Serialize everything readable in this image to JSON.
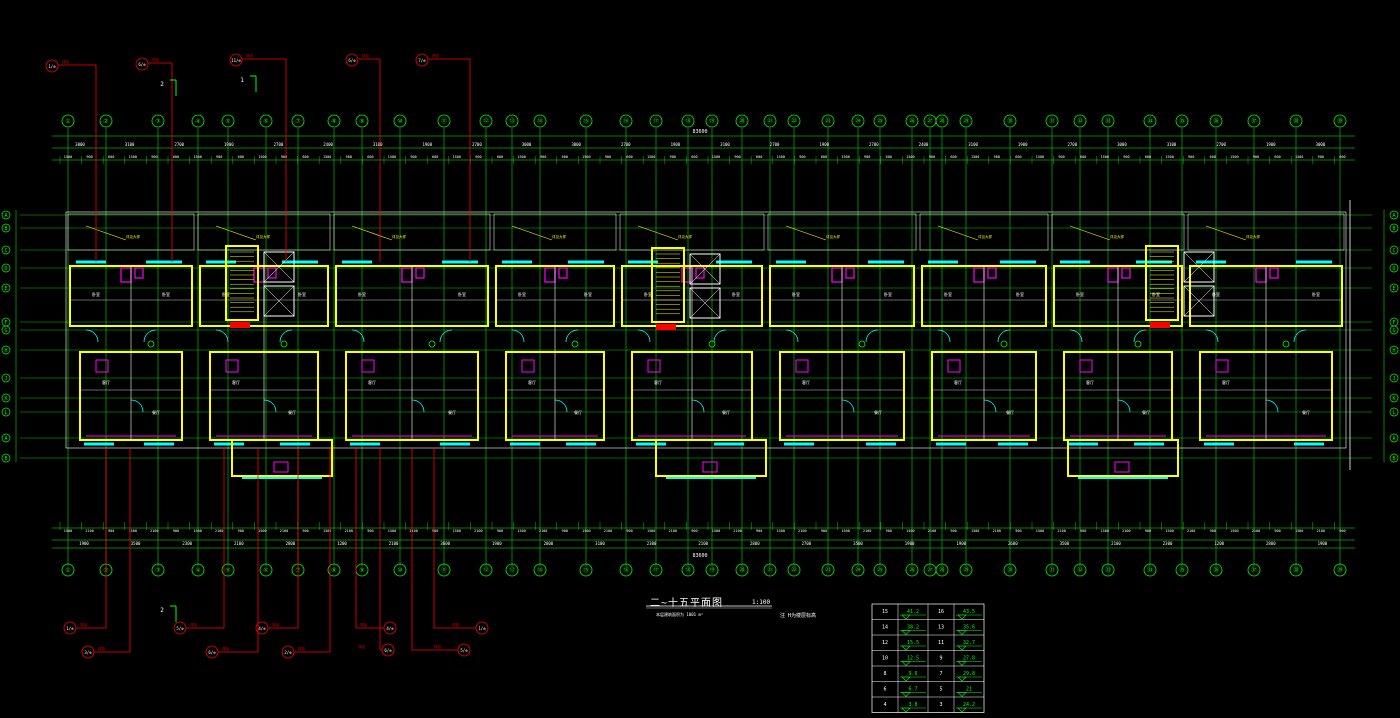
{
  "drawing": {
    "title": "二~十五平面图",
    "scale": "1:100",
    "subtitle": "本层建筑面积为 1001 m²",
    "note": "注 H为楼层标高",
    "colors": {
      "background": "#000000",
      "axis": "#00ff00",
      "wall": "#ffff00",
      "window": "#00ffff",
      "fixture": "#ff00ff",
      "callout": "#ff0000",
      "text": "#ffffff",
      "partition": "#ffffff"
    }
  },
  "axes_top": [
    "①",
    "②",
    "③",
    "④",
    "⑤",
    "⑥",
    "⑦",
    "⑧",
    "⑨",
    "⑩",
    "⑪",
    "⑫",
    "⑬",
    "⑭",
    "⑮",
    "⑯",
    "⑰",
    "⑱",
    "⑲",
    "⑳",
    "㉑",
    "㉒",
    "㉓",
    "㉔",
    "㉕",
    "㉖",
    "㉗",
    "㉘",
    "㉙",
    "㉚",
    "㉛",
    "㉜",
    "㉝",
    "㉞",
    "㉟",
    "㊱",
    "㊲",
    "㊳",
    "㊴",
    "㊵",
    "㊶",
    "㊷",
    "㊸",
    "㊹"
  ],
  "axes_left": [
    "A",
    "B",
    "C",
    "D",
    "E",
    "F",
    "G",
    "H",
    "J",
    "K",
    "L"
  ],
  "dim_top_total": "83600",
  "dim_bottom_total": "83600",
  "dims_top": [
    "3000",
    "3100",
    "2700",
    "1900",
    "2700",
    "2400",
    "3100",
    "1900",
    "2700",
    "3000",
    "3000",
    "2700",
    "1900",
    "3100",
    "2700",
    "1900",
    "2700",
    "2400",
    "3100",
    "1900",
    "2700",
    "3000",
    "3100",
    "2700",
    "1900",
    "3000"
  ],
  "dims_bottom": [
    "1900",
    "3500",
    "2300",
    "2100",
    "2800",
    "1200",
    "2100",
    "3600",
    "1900",
    "2800",
    "3100",
    "2300",
    "2100",
    "2800",
    "2700",
    "3500",
    "1900",
    "1900",
    "2600",
    "3500",
    "2100",
    "2300",
    "1200",
    "2800",
    "1900"
  ],
  "stairs": [
    "①",
    "②"
  ],
  "callouts_top": [
    {
      "label": "1/⊕",
      "tag": "详见"
    },
    {
      "label": "6/⊕",
      "tag": "详见"
    },
    {
      "label": "11/⊕",
      "tag": "详见"
    },
    {
      "label": "6/⊕",
      "tag": "详见"
    },
    {
      "label": "7/⊕",
      "tag": "详见"
    }
  ],
  "callouts_bottom": [
    {
      "label": "1/⊕",
      "tag": "详见"
    },
    {
      "label": "3/⊕",
      "tag": "详见"
    },
    {
      "label": "5/⊕",
      "tag": "详见"
    },
    {
      "label": "6/⊕",
      "tag": "详见"
    },
    {
      "label": "4/⊕",
      "tag": "详见"
    },
    {
      "label": "2/⊕",
      "tag": "详见"
    },
    {
      "label": "4/⊕",
      "tag": "详见"
    },
    {
      "label": "6/⊕",
      "tag": "详见"
    },
    {
      "label": "1/⊕",
      "tag": "详见"
    },
    {
      "label": "5/⊕",
      "tag": "详见"
    }
  ],
  "section_marks": [
    "2",
    "1",
    "2"
  ],
  "level_table": {
    "rows": [
      {
        "floor": "15",
        "h": "41.2",
        "floor2": "16",
        "h2": "43.5"
      },
      {
        "floor": "14",
        "h": "38.2",
        "floor2": "13",
        "h2": "35.6"
      },
      {
        "floor": "12",
        "h": "15.5",
        "floor2": "11",
        "h2": "32.7"
      },
      {
        "floor": "10",
        "h": "12.5",
        "floor2": "9",
        "h2": "27.8"
      },
      {
        "floor": "8",
        "h": "9.6",
        "floor2": "7",
        "h2": "29.8"
      },
      {
        "floor": "6",
        "h": "6.7",
        "floor2": "5",
        "h2": "21"
      },
      {
        "floor": "4",
        "h": "3.8",
        "floor2": "3",
        "h2": "24.2"
      }
    ]
  }
}
